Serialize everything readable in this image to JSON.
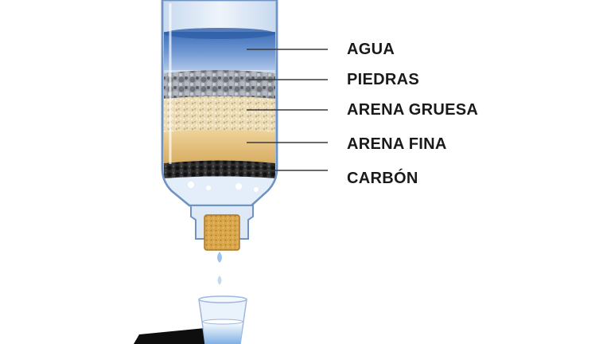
{
  "layers": [
    {
      "id": "agua",
      "label": "AGUA"
    },
    {
      "id": "piedras",
      "label": "PIEDRAS"
    },
    {
      "id": "arena_gruesa",
      "label": "ARENA GRUESA"
    },
    {
      "id": "arena_fina",
      "label": "ARENA FINA"
    },
    {
      "id": "carbon",
      "label": "CARBÓN"
    }
  ],
  "colors": {
    "water": "#5a86c8",
    "stones": "#8a8e96",
    "coarse_sand": "#e6d4aa",
    "fine_sand": "#d9b36e",
    "charcoal": "#2b2b2b",
    "cork": "#d7a54b"
  }
}
